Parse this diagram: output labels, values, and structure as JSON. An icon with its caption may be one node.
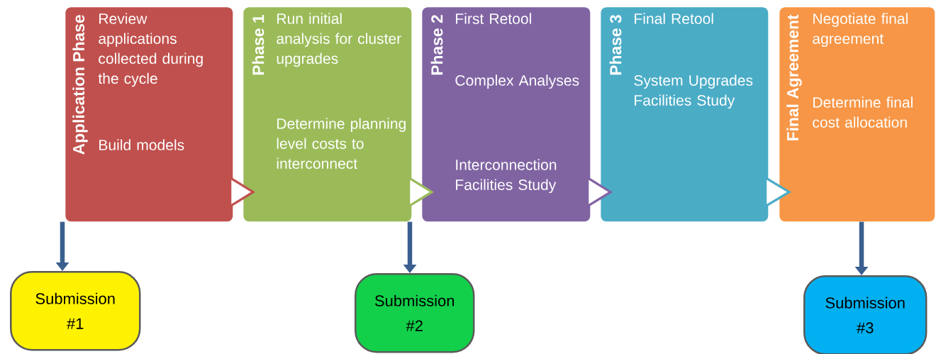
{
  "diagram": {
    "nodes": [
      {
        "text": [
          "Application Phase",
          "Review applications collected during the cycle",
          "Build models"
        ]
      },
      {
        "text": [
          "Phase 1",
          "Run initial analysis for cluster upgrades",
          "Determine planning level costs to interconnect"
        ]
      },
      {
        "text": [
          "Phase 2",
          "First Retool",
          "Complex Analyses",
          "Interconnection Facilities Study"
        ]
      },
      {
        "text": [
          "Phase 3",
          "Final Retool",
          "System Upgrades Facilities Study"
        ]
      },
      {
        "text": [
          "Final Agreement",
          "Negotiate final agreement",
          "Determine final cost allocation"
        ]
      },
      {
        "text": [
          "Submission #1"
        ]
      },
      {
        "text": [
          "Submission #2"
        ]
      },
      {
        "text": [
          "Submission #3"
        ]
      }
    ],
    "edges": [
      {
        "from": 0,
        "to": 1,
        "arrow": "to",
        "color": "#c0504d"
      },
      {
        "from": 1,
        "to": 2,
        "arrow": "to",
        "color": "#9bbb59"
      },
      {
        "from": 2,
        "to": 3,
        "arrow": "to",
        "color": "#8064a2"
      },
      {
        "from": 3,
        "to": 4,
        "arrow": "to",
        "color": "#4bacc6"
      },
      {
        "from": 0,
        "to": 5,
        "arrow": "to",
        "color": "#3a5f8f"
      },
      {
        "from": 1,
        "to": 6,
        "arrow": "to",
        "color": "#3a5f8f"
      },
      {
        "from": 4,
        "to": 7,
        "arrow": "to",
        "color": "#3a5f8f"
      }
    ]
  }
}
